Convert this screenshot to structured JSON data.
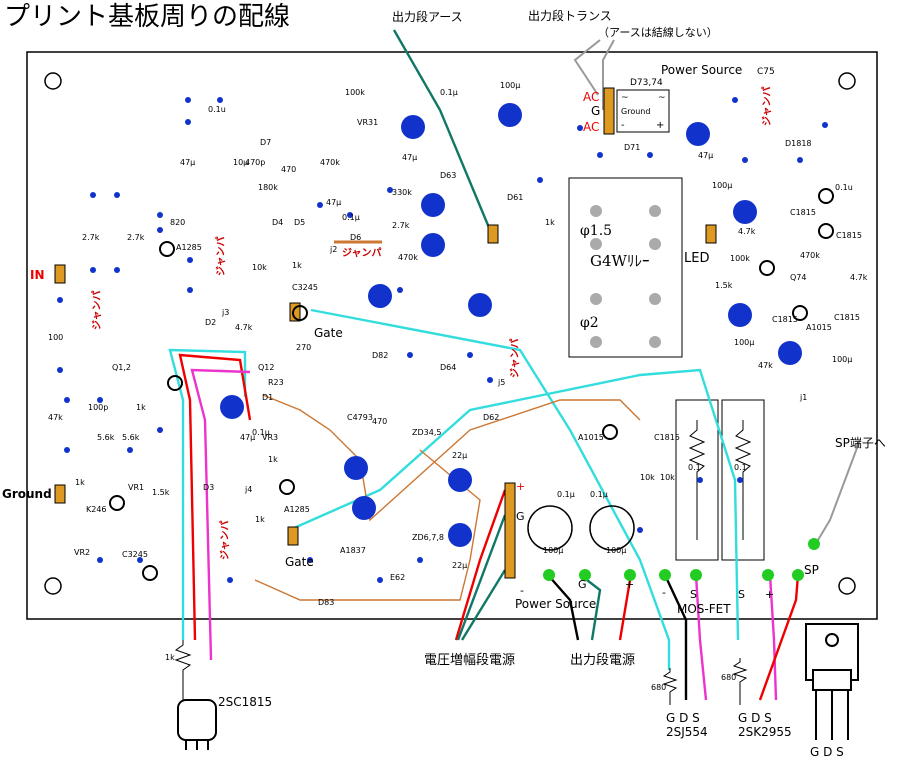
{
  "title": "プリント基板周りの配線",
  "callouts": {
    "output_earth": "出力段アース",
    "output_trans": "出力段トランス",
    "trans_note": "（アースは結線しない）",
    "sp_terminal": "SP端子へ",
    "sp": "SP",
    "in": "IN",
    "ground": "Ground",
    "gate_top": "Gate",
    "gate_bottom": "Gate",
    "led": "LED",
    "voltage_amp_power": "電圧増幅段電源",
    "output_power": "出力段電源",
    "power_source_bottom": "Power Source",
    "mosfet": "MOS-FET",
    "power_source_top": "Power Source",
    "c75": "C75",
    "relay": "G4Wﾘﾚｰ",
    "phi15": "φ1.5",
    "phi2": "φ2"
  },
  "transformer_terminal": {
    "ac1": "AC",
    "g": "G",
    "ac2": "AC"
  },
  "rectifier": {
    "label": "D73,74",
    "ground": "Ground",
    "tilde1": "~",
    "tilde2": "~",
    "minus": "-",
    "plus": "+"
  },
  "power_pins": {
    "minus": "-",
    "g": "G",
    "plus": "+"
  },
  "mosfet_pins": {
    "minus": "-",
    "s1": "S",
    "s2": "S",
    "plus": "+"
  },
  "devices": {
    "q2sc1815": "2SC1815",
    "q2sj554": "2SJ554",
    "q2sk2955": "2SK2955",
    "gds1": "G D S",
    "gds2": "G D S",
    "gds3": "G D S",
    "r680a": "680",
    "r680b": "680",
    "r1k": "1k"
  },
  "jumpers": [
    "ジャンパ",
    "ジャンパ",
    "ジャンパ",
    "ジャンパ",
    "ジャンパ",
    "ジャンパ"
  ],
  "parts": [
    {
      "t": "0.1u"
    },
    {
      "t": "47μ"
    },
    {
      "t": "10μ"
    },
    {
      "t": "820"
    },
    {
      "t": "2.7k"
    },
    {
      "t": "2.7k"
    },
    {
      "t": "A1285"
    },
    {
      "t": "10k"
    },
    {
      "t": "1k"
    },
    {
      "t": "100"
    },
    {
      "t": "Q1,2"
    },
    {
      "t": "47k"
    },
    {
      "t": "100p"
    },
    {
      "t": "5.6k"
    },
    {
      "t": "5.6k"
    },
    {
      "t": "1.5k"
    },
    {
      "t": "1k"
    },
    {
      "t": "1k"
    },
    {
      "t": "K246"
    },
    {
      "t": "VR1"
    },
    {
      "t": "VR2"
    },
    {
      "t": "C3245"
    },
    {
      "t": "Q12"
    },
    {
      "t": "R23"
    },
    {
      "t": "D1"
    },
    {
      "t": "D2"
    },
    {
      "t": "D3"
    },
    {
      "t": "4.7k"
    },
    {
      "t": "47μ"
    },
    {
      "t": "0.1μ"
    },
    {
      "t": "VR3"
    },
    {
      "t": "1k"
    },
    {
      "t": "A1285"
    },
    {
      "t": "1k"
    },
    {
      "t": "C3245"
    },
    {
      "t": "270"
    },
    {
      "t": "470"
    },
    {
      "t": "470p"
    },
    {
      "t": "180k"
    },
    {
      "t": "D4"
    },
    {
      "t": "D5"
    },
    {
      "t": "D6"
    },
    {
      "t": "D7"
    },
    {
      "t": "VR31"
    },
    {
      "t": "100k"
    },
    {
      "t": "470k"
    },
    {
      "t": "47μ"
    },
    {
      "t": "0.1μ"
    },
    {
      "t": "330k"
    },
    {
      "t": "2.7k"
    },
    {
      "t": "470k"
    },
    {
      "t": "D63"
    },
    {
      "t": "D61"
    },
    {
      "t": "100μ"
    },
    {
      "t": "47μ"
    },
    {
      "t": "0.1μ"
    },
    {
      "t": "1k"
    },
    {
      "t": "D82"
    },
    {
      "t": "D64"
    },
    {
      "t": "D62"
    },
    {
      "t": "A1015"
    },
    {
      "t": "C1815"
    },
    {
      "t": "C4793"
    },
    {
      "t": "470"
    },
    {
      "t": "ZD34,5"
    },
    {
      "t": "ZD6,7,8"
    },
    {
      "t": "22μ"
    },
    {
      "t": "22μ"
    },
    {
      "t": "A1837"
    },
    {
      "t": "D83"
    },
    {
      "t": "E62"
    },
    {
      "t": "0.1μ"
    },
    {
      "t": "0.1μ"
    },
    {
      "t": "100μ"
    },
    {
      "t": "100μ"
    },
    {
      "t": "10k"
    },
    {
      "t": "10k"
    },
    {
      "t": "0.1"
    },
    {
      "t": "0.1"
    },
    {
      "t": "D71"
    },
    {
      "t": "47μ"
    },
    {
      "t": "D1818"
    },
    {
      "t": "100μ"
    },
    {
      "t": "C1815"
    },
    {
      "t": "0.1u"
    },
    {
      "t": "C1815"
    },
    {
      "t": "4.7k"
    },
    {
      "t": "100k"
    },
    {
      "t": "470k"
    },
    {
      "t": "1.5k"
    },
    {
      "t": "Q74"
    },
    {
      "t": "4.7k"
    },
    {
      "t": "C1815"
    },
    {
      "t": "A1015"
    },
    {
      "t": "C1815"
    },
    {
      "t": "100μ"
    },
    {
      "t": "100μ"
    },
    {
      "t": "47k"
    },
    {
      "t": "j1"
    },
    {
      "t": "j2"
    },
    {
      "t": "j3"
    },
    {
      "t": "j4"
    },
    {
      "t": "j5"
    }
  ],
  "colors": {
    "cyan": "#33dddd",
    "red": "#ee0000",
    "magenta": "#ee33cc",
    "teal": "#117766",
    "brown": "#cc7733",
    "black": "#000000",
    "gray": "#999999",
    "blue": "#1133cc",
    "green": "#22cc22",
    "gold": "#dd9922"
  }
}
